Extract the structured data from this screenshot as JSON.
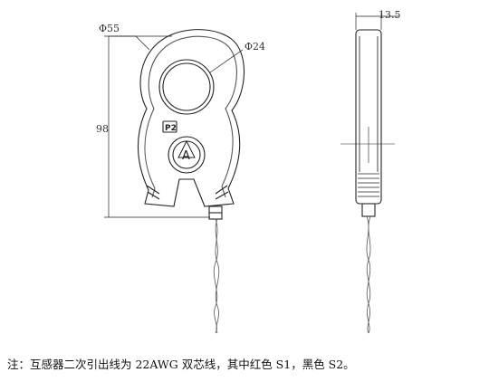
{
  "dimensions": {
    "outer_diameter": "Φ55",
    "inner_diameter": "Φ24",
    "height": "98",
    "thickness": "13.5"
  },
  "labels": {
    "terminal": "P2",
    "arrow_mark": "A"
  },
  "note": "注：互感器二次引出线为 22AWG 双芯线，其中红色 S1，黑色 S2。"
}
